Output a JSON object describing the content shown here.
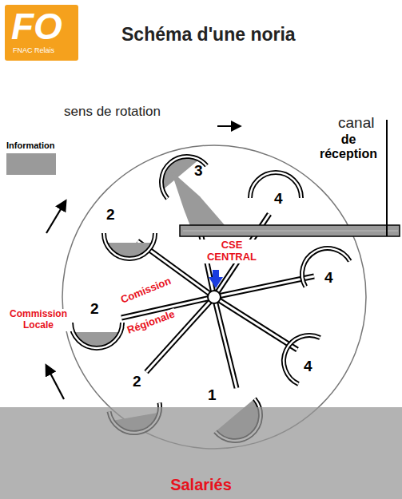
{
  "diagram": {
    "title": "Schéma d'une noria",
    "nodes": [
      {
        "text": [
          "FO",
          "FNAC Relais"
        ]
      },
      {
        "text": [
          "Information"
        ]
      },
      {
        "text": [
          "Salariés"
        ]
      }
    ],
    "labels": [
      "sens de rotation",
      "canal",
      "de réception",
      "CSE CENTRAL",
      "Comission",
      "Régionale",
      "Commission Locale",
      "3",
      "4",
      "2",
      "4",
      "2",
      "4",
      "2",
      "1"
    ]
  }
}
